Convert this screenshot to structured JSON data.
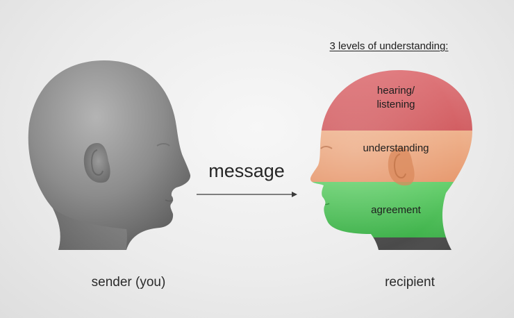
{
  "diagram": {
    "levels_title": "3 levels of understanding:",
    "levels": {
      "hearing": "hearing/\nlistening",
      "understanding": "understanding",
      "agreement": "agreement"
    },
    "message_label": "message",
    "sender_label": "sender (you)",
    "recipient_label": "recipient"
  },
  "colors": {
    "hearing_band": "#d9666b",
    "understanding_band": "#eba27a",
    "agreement_band": "#52c45c",
    "arrow": "#3a3a3a",
    "head_gray": "#8a8a8a"
  },
  "icons": [
    "sender-head-icon",
    "recipient-head-icon",
    "message-arrow-icon"
  ]
}
